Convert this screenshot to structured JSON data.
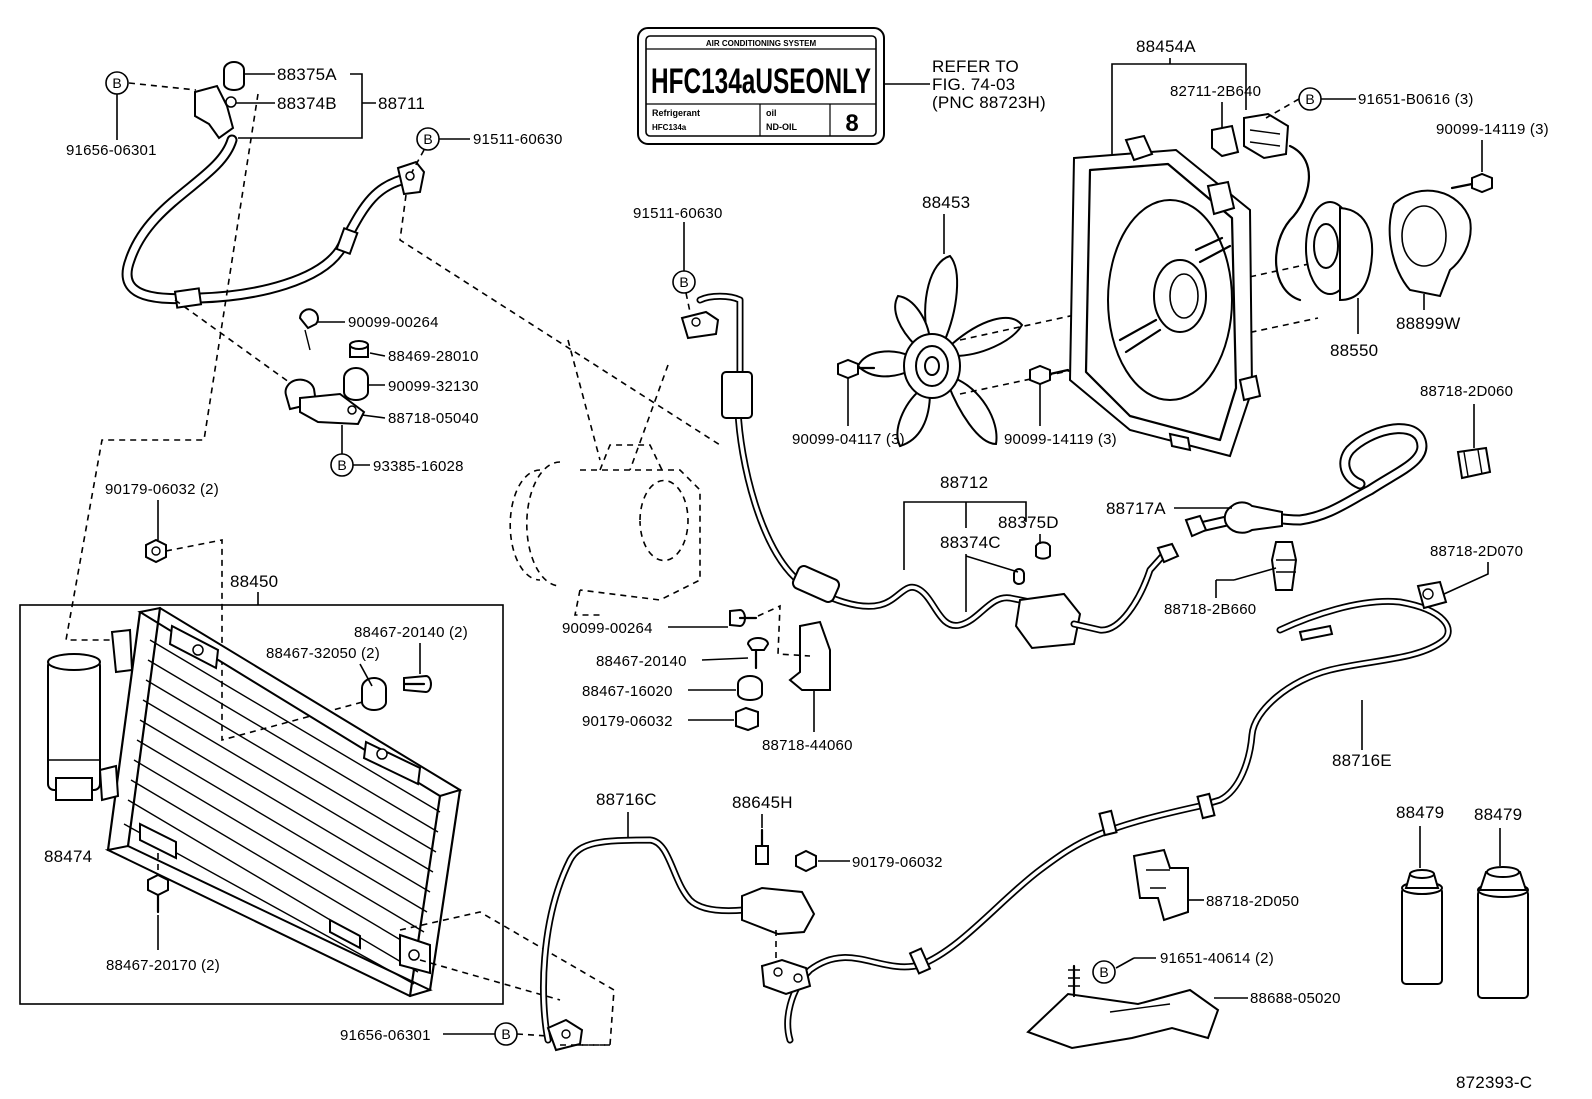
{
  "labels": {
    "p88375A": "88375A",
    "p88374B": "88374B",
    "p88711": "88711",
    "p91656_06301_top": "91656-06301",
    "p91511_60630_top": "91511-60630",
    "p90099_00264_top": "90099-00264",
    "p88469_28010": "88469-28010",
    "p90099_32130": "90099-32130",
    "p88718_05040": "88718-05040",
    "p93385_16028": "93385-16028",
    "p90179_06032_2": "90179-06032 (2)",
    "p88450": "88450",
    "p88467_20140_2": "88467-20140 (2)",
    "p88467_32050_2": "88467-32050 (2)",
    "p88474": "88474",
    "p88467_20170_2": "88467-20170 (2)",
    "p91656_06301_bottom": "91656-06301",
    "p91511_60630_mid": "91511-60630",
    "p90099_00264_mid": "90099-00264",
    "p88467_20140": "88467-20140",
    "p88467_16020": "88467-16020",
    "p90179_06032": "90179-06032",
    "p88718_44060": "88718-44060",
    "p88716C": "88716C",
    "p88645H": "88645H",
    "p90179_06032_b": "90179-06032",
    "p88453": "88453",
    "p90099_04117_3": "90099-04117 (3)",
    "p90099_14119_3_mid": "90099-14119 (3)",
    "p88712": "88712",
    "p88374C": "88374C",
    "p88375D": "88375D",
    "p88717A": "88717A",
    "p88718_2B660": "88718-2B660",
    "p88454A": "88454A",
    "p82711_2B640": "82711-2B640",
    "p91651_B0616_3": "91651-B0616 (3)",
    "p90099_14119_3_top": "90099-14119 (3)",
    "p88550": "88550",
    "p88899W": "88899W",
    "p88718_2D060": "88718-2D060",
    "p88718_2D070": "88718-2D070",
    "p88716E": "88716E",
    "p88479_a": "88479",
    "p88479_b": "88479",
    "p88718_2D050": "88718-2D050",
    "p91651_40614_2": "91651-40614 (2)",
    "p88688_05020": "88688-05020",
    "figure_code": "872393-C"
  },
  "marker_letter": "B",
  "refer": {
    "line1": "REFER TO",
    "line2": "FIG. 74-03",
    "line3": "(PNC 88723H)"
  },
  "decal": {
    "system": "AIR CONDITIONING SYSTEM",
    "headline": "HFC134aUSEONLY",
    "refrigerant_label": "Refrigerant",
    "refrigerant_value": "HFC134a",
    "oil_label": "oil",
    "oil_value": "ND-OIL",
    "oil_number": "8"
  }
}
